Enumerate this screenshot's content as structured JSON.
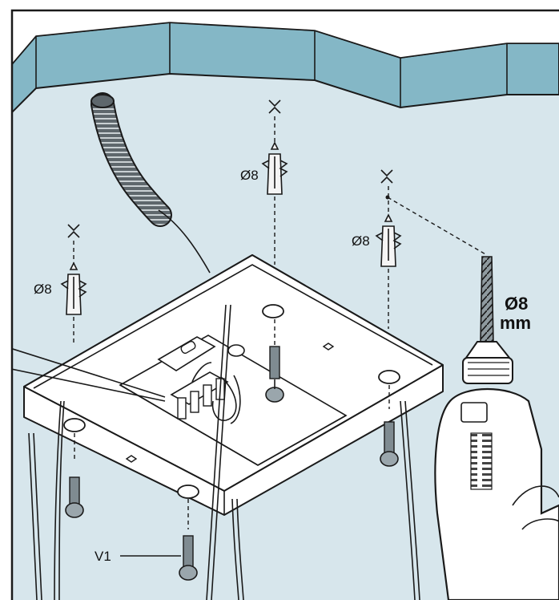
{
  "labels": {
    "plug_left": "Ø8",
    "plug_top": "Ø8",
    "plug_right": "Ø8",
    "drill_diameter": "Ø8",
    "drill_unit": "mm",
    "screw_ref": "V1"
  },
  "colors": {
    "ceiling": "#d7e6ec",
    "wall": "#84b7c6",
    "outline": "#1a1a1a",
    "screw": "#8d989e"
  }
}
